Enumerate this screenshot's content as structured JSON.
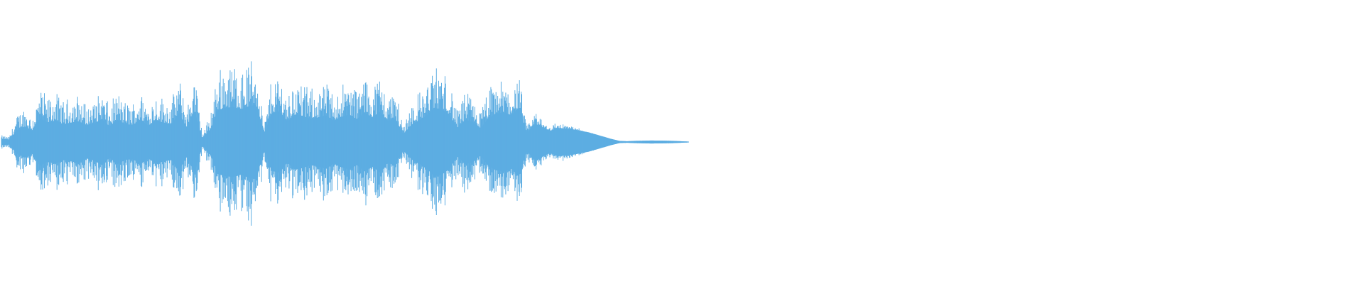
{
  "waveform": {
    "color": "#5DADE2",
    "background": "#ffffff",
    "peak_envelope": [
      0.08,
      0.06,
      0.32,
      0.42,
      0.3,
      0.64,
      0.52,
      0.58,
      0.48,
      0.52,
      0.56,
      0.44,
      0.5,
      0.62,
      0.42,
      0.6,
      0.48,
      0.46,
      0.6,
      0.44,
      0.58,
      0.52,
      0.48,
      0.78,
      0.38,
      0.85,
      0.1,
      0.32,
      0.86,
      0.92,
      0.94,
      0.88,
      0.96,
      1.0,
      0.2,
      0.78,
      0.82,
      0.56,
      0.74,
      0.7,
      0.62,
      0.66,
      0.72,
      0.58,
      0.68,
      0.74,
      0.62,
      0.8,
      0.66,
      0.82,
      0.56,
      0.64,
      0.2,
      0.46,
      0.58,
      0.7,
      0.92,
      0.88,
      0.72,
      0.38,
      0.6,
      0.54,
      0.36,
      0.64,
      0.76,
      0.8,
      0.72,
      0.94,
      0.24,
      0.5,
      0.4,
      0.3,
      0.38,
      0.36,
      0.34,
      0.3,
      0.26,
      0.2,
      0.14,
      0.08,
      0.03,
      0.02,
      0.03,
      0.035,
      0.04,
      0.038,
      0.035,
      0.03,
      0.02,
      0.01
    ]
  }
}
